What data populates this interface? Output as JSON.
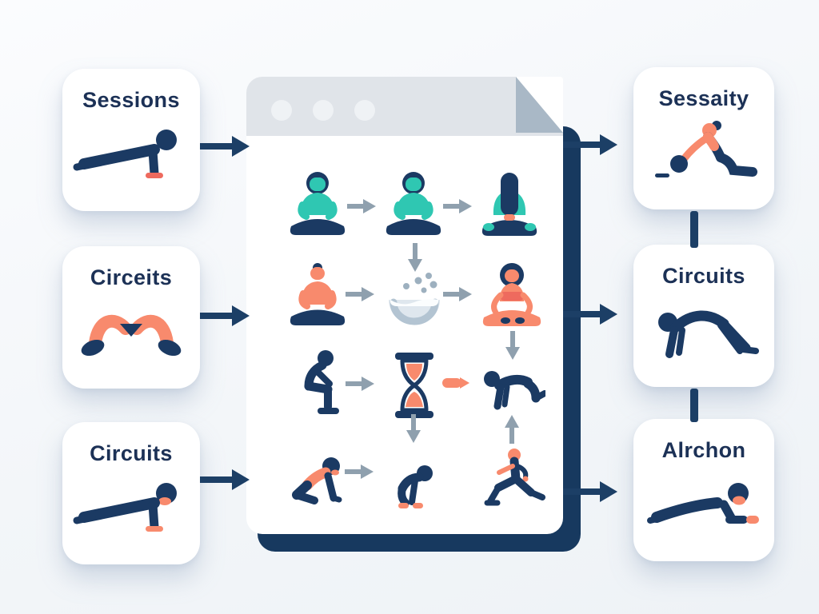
{
  "illustration": {
    "description": "workout flow illustration with browser window of exercise steps",
    "background": "#f3f6f9"
  },
  "colors": {
    "navy": "#1b3a63",
    "teal": "#2fc7b2",
    "coral": "#f88a6d",
    "coral_deep": "#ee6a5e",
    "arrow_gray": "#8fa0ae",
    "header_gray": "#e0e4e9",
    "fold_gray": "#a9b8c6",
    "card_white": "#ffffff"
  },
  "left_cards": [
    {
      "label": "Sessions",
      "icon": "plank-figure-icon"
    },
    {
      "label": "Circeits",
      "icon": "frog-squat-figure-icon"
    },
    {
      "label": "Circuits",
      "icon": "plank-figure-icon"
    }
  ],
  "right_cards": [
    {
      "label": "Sessaity",
      "icon": "kneeling-ball-roll-figure-icon"
    },
    {
      "label": "Circuits",
      "icon": "bear-crawl-figure-icon"
    },
    {
      "label": "Alrchon",
      "icon": "forearm-plank-figure-icon"
    }
  ],
  "window": {
    "dots": 3,
    "grid_rows": [
      [
        "meditating-man-teal-icon",
        "meditating-man-teal-icon",
        "meditating-woman-back-icon"
      ],
      [
        "meditating-person-coral-icon",
        "bowl-with-bubbles-icon",
        "meditating-woman-coral-icon"
      ],
      [
        "deep-squat-figure-icon",
        "hourglass-icon",
        "all-fours-figure-icon"
      ],
      [
        "kneeling-crawl-figure-icon",
        "crouching-figure-icon",
        "running-lunge-figure-icon"
      ]
    ]
  }
}
